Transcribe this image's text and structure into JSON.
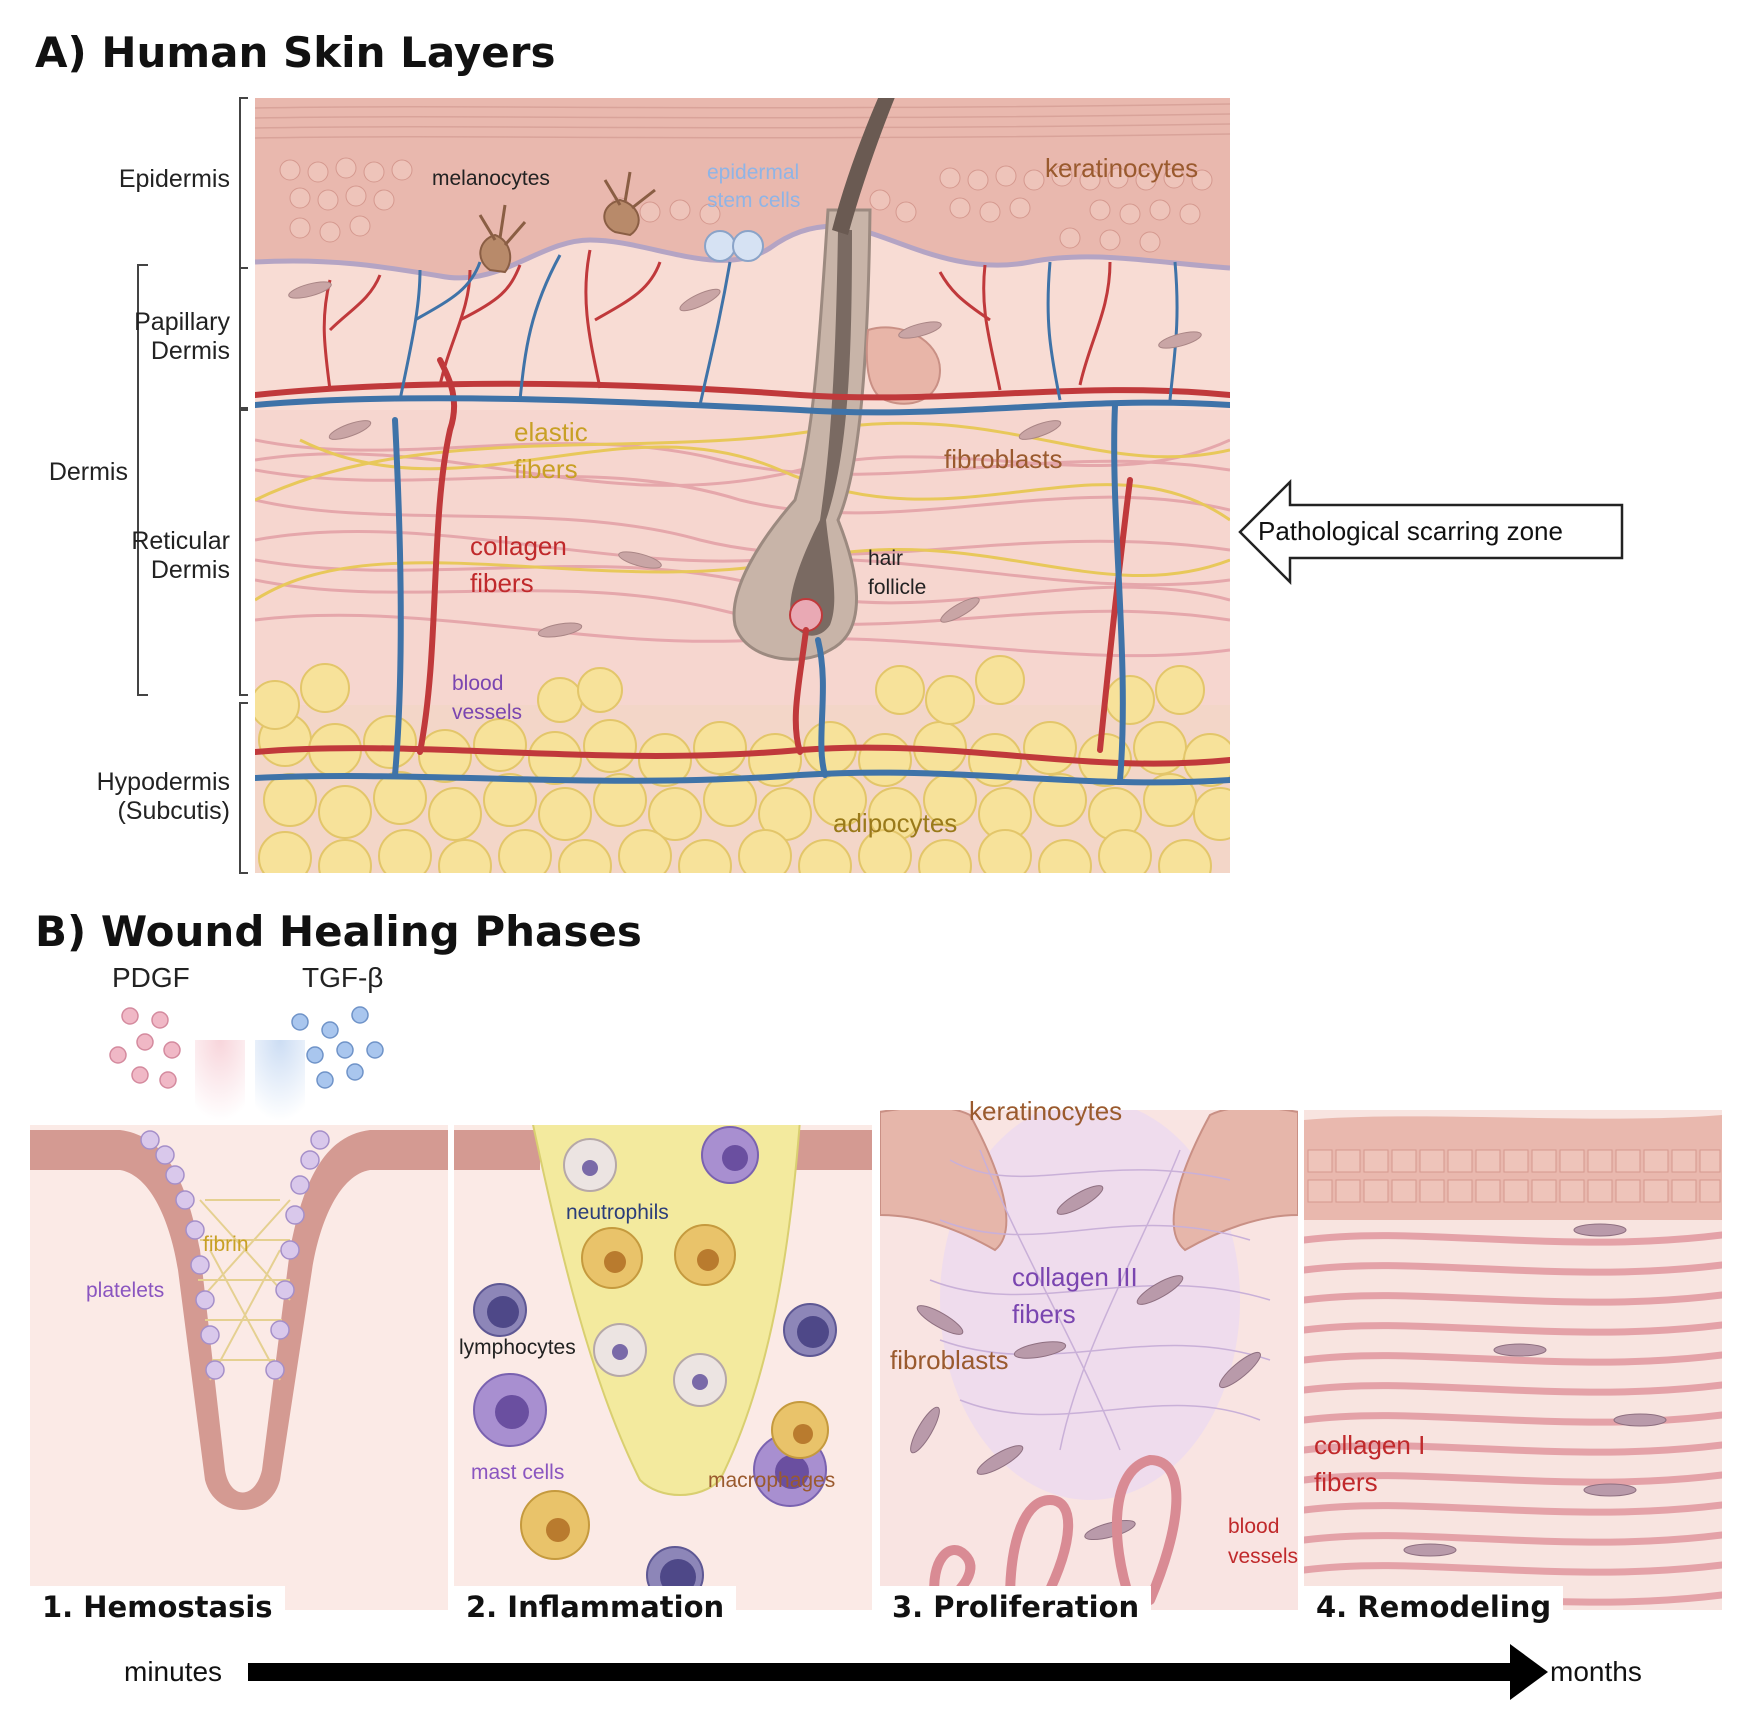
{
  "panel_a": {
    "title": "A) Human Skin Layers",
    "layers": {
      "epidermis": "Epidermis",
      "papillary_1": "Papillary",
      "papillary_2": "Dermis",
      "dermis": "Dermis",
      "reticular_1": "Reticular",
      "reticular_2": "Dermis",
      "hypodermis_1": "Hypodermis",
      "hypodermis_2": "(Subcutis)"
    },
    "labels": {
      "melanocytes": "melanocytes",
      "epidermal_1": "epidermal",
      "epidermal_2": "stem cells",
      "keratinocytes": "keratinocytes",
      "elastic_1": "elastic",
      "elastic_2": "fibers",
      "fibroblasts": "fibroblasts",
      "collagen_1": "collagen",
      "collagen_2": "fibers",
      "hair_1": "hair",
      "hair_2": "follicle",
      "blood_1": "blood",
      "blood_2": "vessels",
      "adipocytes": "adipocytes"
    },
    "callout": "Pathological scarring zone",
    "colors": {
      "epidermis": "#e9b8ae",
      "dermis": "#f8dcd4",
      "fat": "#f7e29a",
      "artery": "#c0393b",
      "vein": "#3f73a8",
      "elastic": "#e8c85a",
      "collagen": "#e4a2a8"
    }
  },
  "panel_b": {
    "title": "B) Wound Healing Phases",
    "signals": {
      "pdgf": "PDGF",
      "tgfb": "TGF-β"
    },
    "labels": {
      "fibrin": "fibrin",
      "platelets": "platelets",
      "neutrophils": "neutrophils",
      "lymphocytes": "lymphocytes",
      "mast_cells": "mast cells",
      "macrophages": "macrophages",
      "keratinocytes": "keratinocytes",
      "collagen3_1": "collagen III",
      "collagen3_2": "fibers",
      "fibroblasts": "fibroblasts",
      "blood_1": "blood",
      "blood_2": "vessels",
      "collagen1_1": "collagen I",
      "collagen1_2": "fibers"
    },
    "phases": [
      "1. Hemostasis",
      "2. Inflammation",
      "3. Proliferation",
      "4. Remodeling"
    ],
    "timeline": {
      "start": "minutes",
      "end": "months"
    }
  }
}
